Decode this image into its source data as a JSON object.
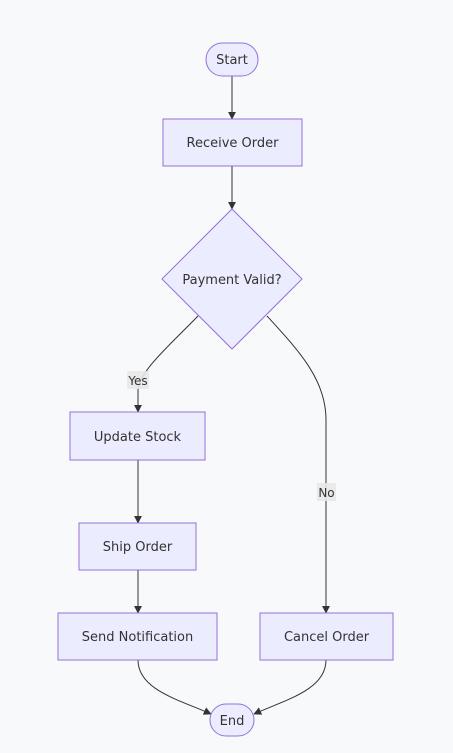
{
  "diagram": {
    "nodes": {
      "start": {
        "label": "Start"
      },
      "receive": {
        "label": "Receive Order"
      },
      "valid": {
        "label": "Payment Valid?"
      },
      "update": {
        "label": "Update Stock"
      },
      "ship": {
        "label": "Ship Order"
      },
      "notify": {
        "label": "Send Notification"
      },
      "cancel": {
        "label": "Cancel Order"
      },
      "end": {
        "label": "End"
      }
    },
    "edges": {
      "yes": {
        "label": "Yes"
      },
      "no": {
        "label": "No"
      }
    },
    "colors": {
      "node_fill": "#ececff",
      "node_stroke": "#9370db",
      "edge": "#333333",
      "background": "#f8f9fa"
    }
  }
}
